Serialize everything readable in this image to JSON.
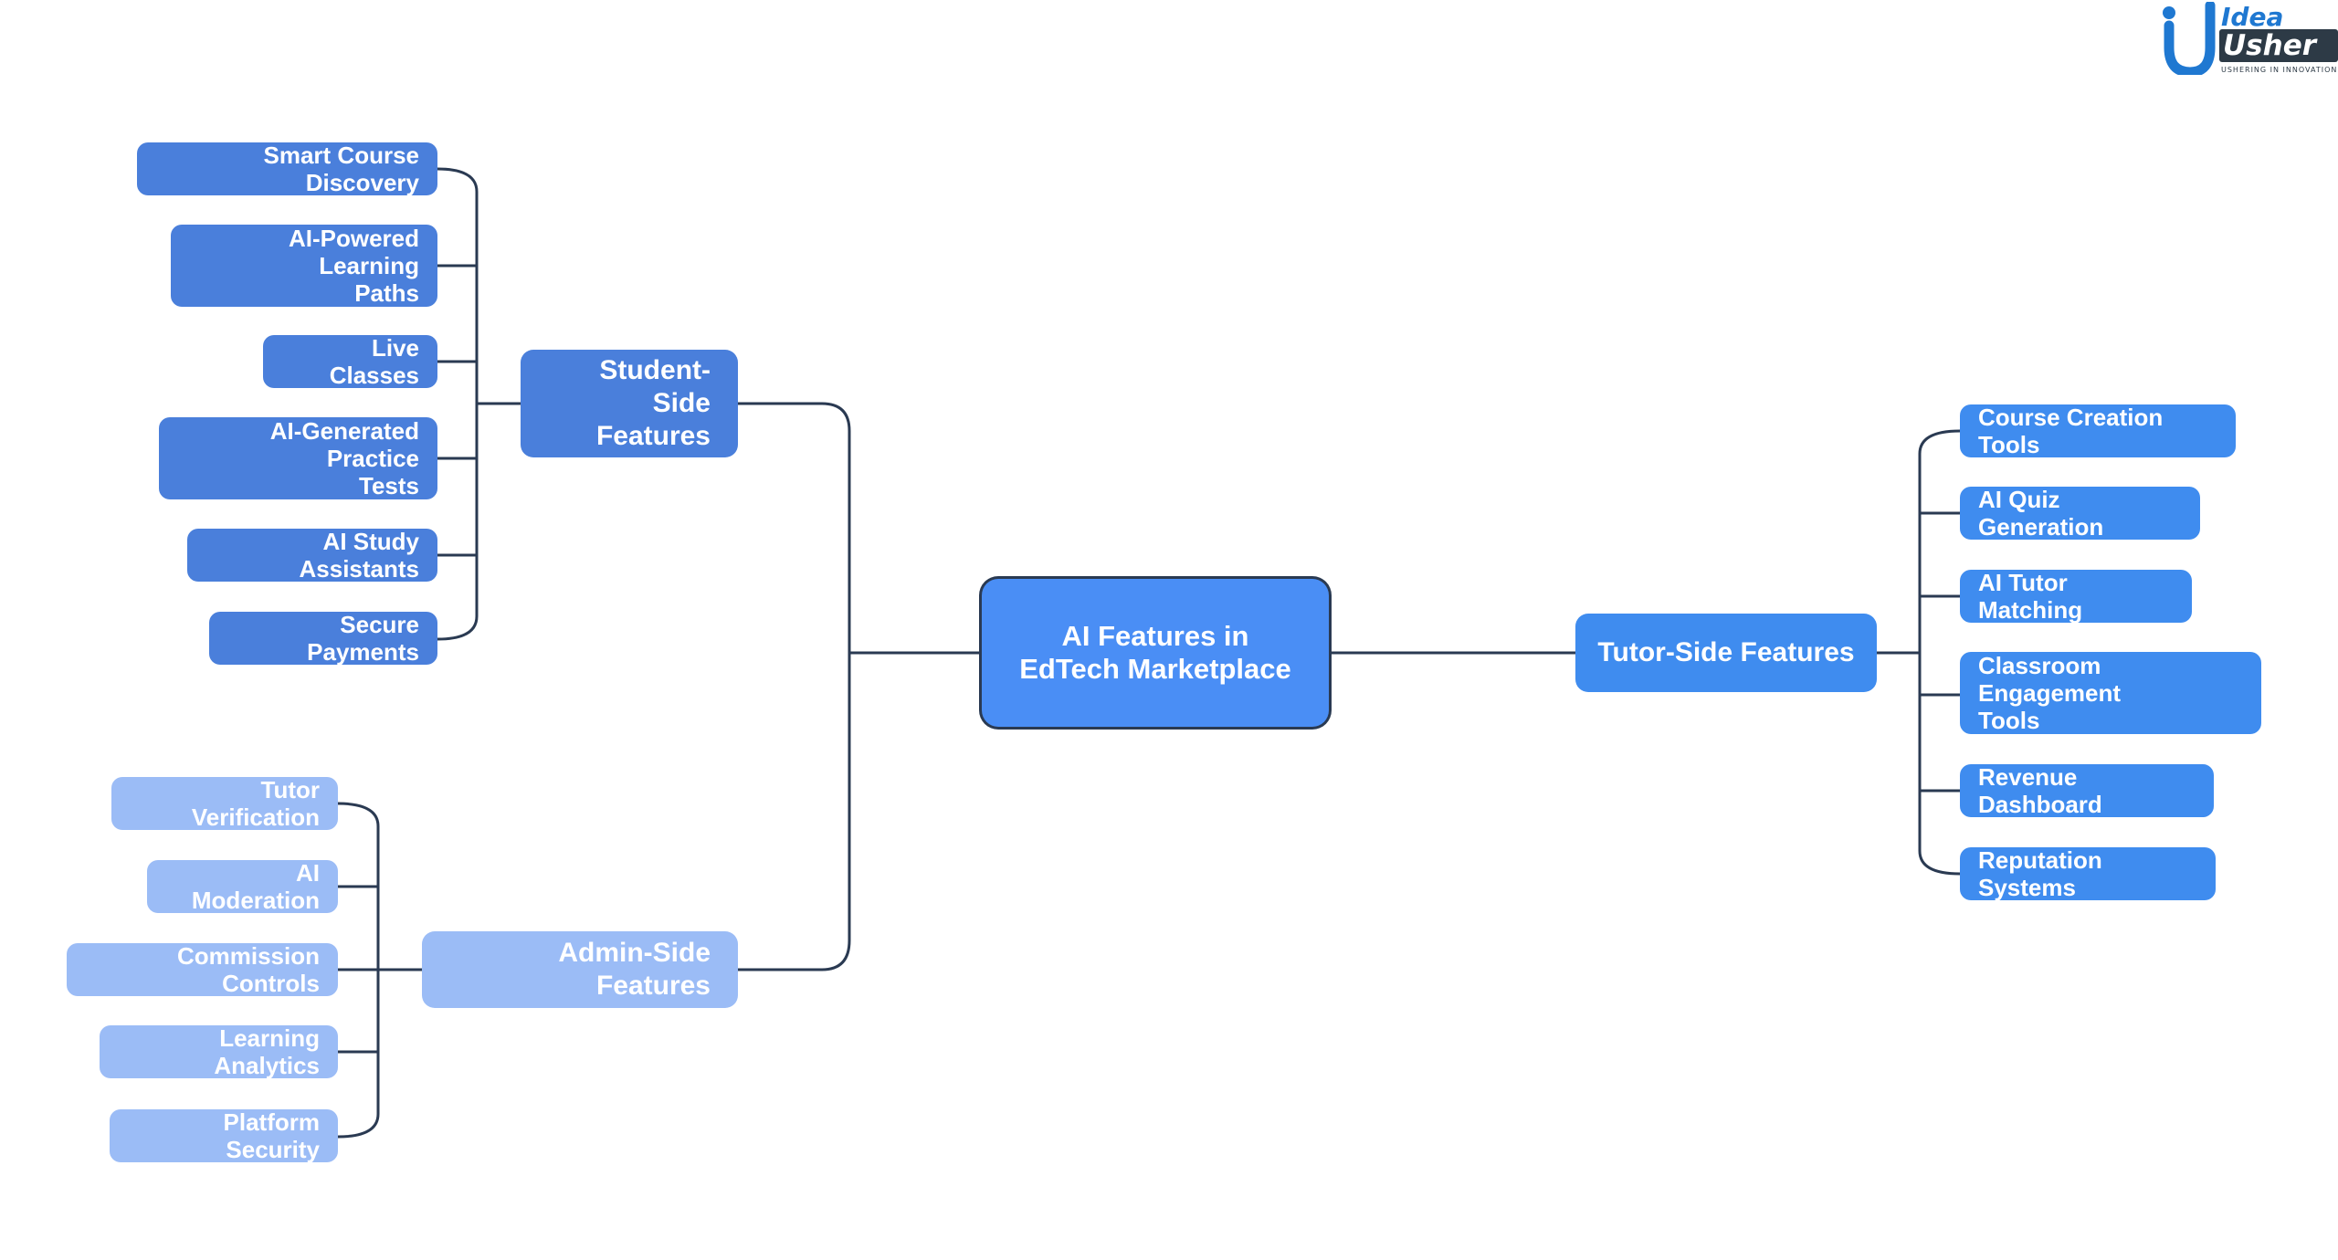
{
  "logo": {
    "mark": "i",
    "line1": "Idea",
    "line2": "Usher",
    "tagline": "USHERING IN INNOVATION",
    "colors": {
      "blue": "#1f78d1",
      "dark": "#2d3a46"
    }
  },
  "central": {
    "line1": "AI Features in",
    "line2": "EdTech Marketplace"
  },
  "student": {
    "line1": "Student-Side",
    "line2": "Features",
    "items": [
      {
        "line1": "Smart Course Discovery",
        "line2": ""
      },
      {
        "line1": "AI-Powered Learning",
        "line2": "Paths"
      },
      {
        "line1": "Live Classes",
        "line2": ""
      },
      {
        "line1": "AI-Generated Practice",
        "line2": "Tests"
      },
      {
        "line1": "AI Study Assistants",
        "line2": ""
      },
      {
        "line1": "Secure Payments",
        "line2": ""
      }
    ]
  },
  "admin": {
    "label": "Admin-Side Features",
    "items": [
      "Tutor Verification",
      "AI Moderation",
      "Commission Controls",
      "Learning Analytics",
      "Platform Security"
    ]
  },
  "tutor": {
    "label": "Tutor-Side Features",
    "items": [
      {
        "line1": "Course Creation Tools",
        "line2": ""
      },
      {
        "line1": "AI Quiz Generation",
        "line2": ""
      },
      {
        "line1": "AI Tutor Matching",
        "line2": ""
      },
      {
        "line1": "Classroom Engagement",
        "line2": "Tools"
      },
      {
        "line1": "Revenue Dashboard",
        "line2": ""
      },
      {
        "line1": "Reputation Systems",
        "line2": ""
      }
    ]
  },
  "colors": {
    "student": "#4a7fdb",
    "admin": "#9bbcf6",
    "tutor": "#3f8cef",
    "central": "#4a8ef5",
    "connector": "#2a3a52"
  }
}
